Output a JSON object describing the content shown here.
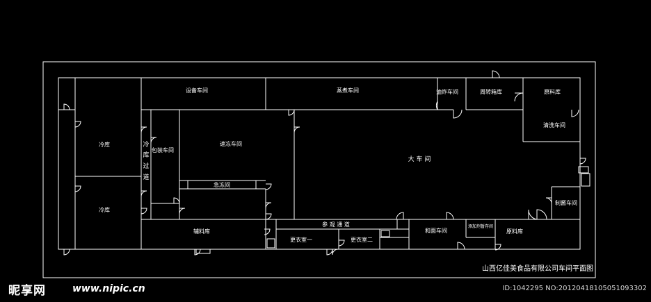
{
  "title": "山西亿佳美食品有限公司车间平面图",
  "rooms": {
    "equipment": "设备车间",
    "steam": "蒸煮车间",
    "fry": "油炸车间",
    "turnover": "周转箱库",
    "material": "原料库",
    "cleaning": "清洗车间",
    "cold_storage_1": "冷库",
    "cold_storage_2": "冷库",
    "packaging": "包装车间",
    "quick_freeze": "速冻车间",
    "rapid_freeze": "急冻间",
    "big_workshop": "大 车 间",
    "sauce": "制酱车间",
    "excipient": "辅料库",
    "visit_corridor": "参 观 通 道",
    "changing_1": "更衣室一",
    "changing_2": "更衣室二",
    "dough": "和面车间",
    "additive": "添加剂暂存间",
    "raw_material": "原料库"
  },
  "corridor_vertical": [
    "冷",
    "库",
    "过",
    "道"
  ],
  "watermark": {
    "logo": "昵享网",
    "url": "www.nipic.cn",
    "id": "ID:1042295 NO:20120418105051093302"
  }
}
